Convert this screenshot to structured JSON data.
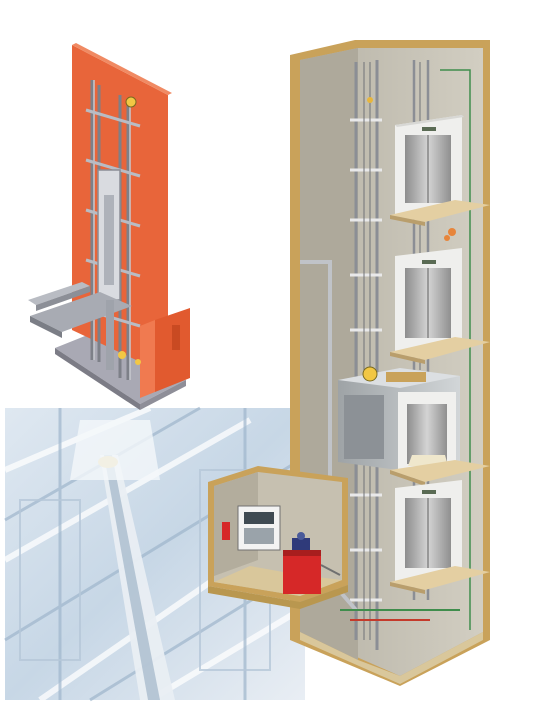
{
  "figure": {
    "panels": [
      {
        "name": "frame-module-illustration"
      },
      {
        "name": "glass-shaft-photo"
      },
      {
        "name": "shaft-cutaway-illustration"
      }
    ],
    "landings": 4,
    "colors": {
      "frame_wall": "#E8653A",
      "shaft_wall": "#C8C3B4",
      "shaft_trim": "#C9A25A",
      "door_frame": "#EDEDEB",
      "door_panel": "#B9B9B9",
      "landing_sill": "#E4CFA2",
      "pump_unit": "#D62828",
      "photo_tint": "#CFDDEA"
    }
  }
}
